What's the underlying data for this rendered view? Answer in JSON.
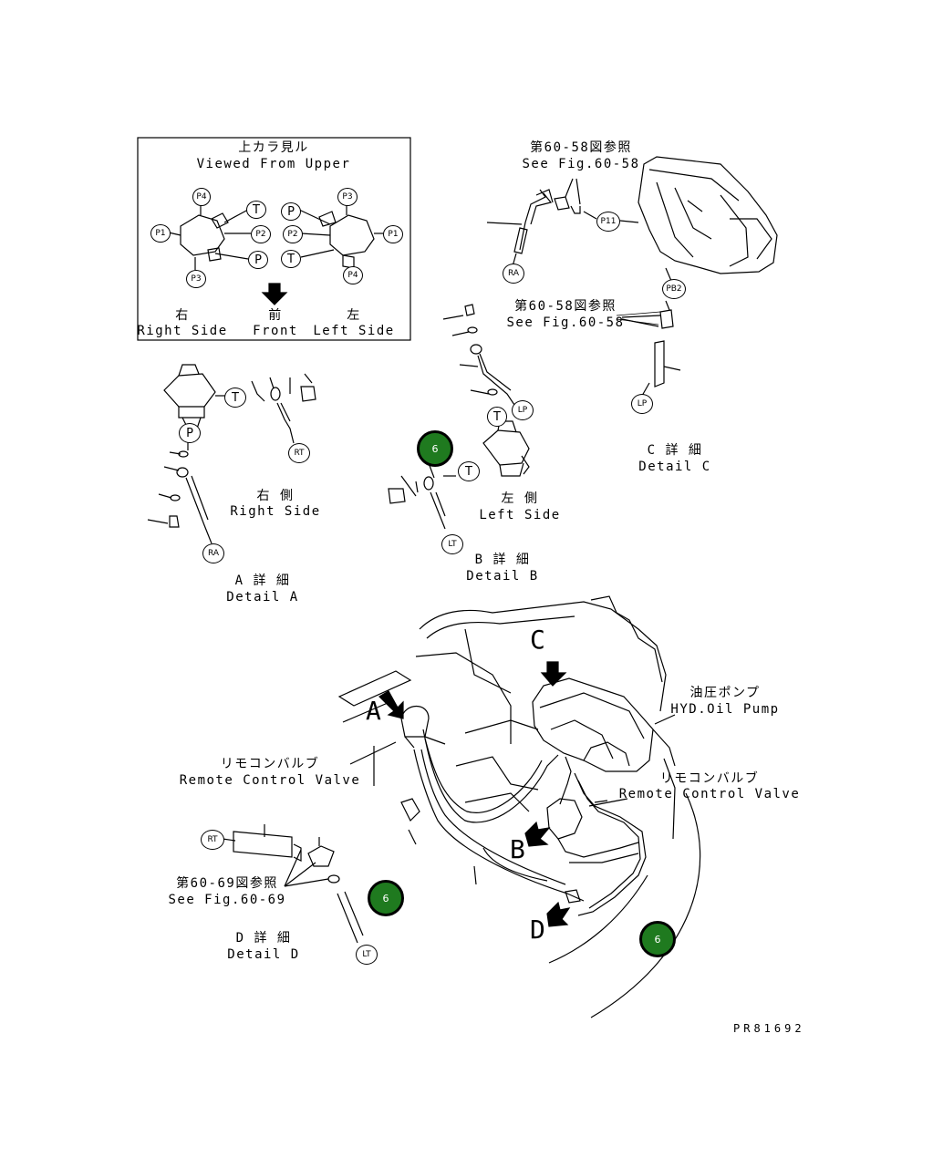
{
  "inset": {
    "title_jp": "上カラ見ル",
    "title_en": "Viewed From Upper",
    "right_jp": "右",
    "right_en": "Right Side",
    "front_jp": "前",
    "front_en": "Front",
    "left_jp": "左",
    "left_en": "Left Side",
    "right_ports": [
      "P4",
      "T",
      "P1",
      "P2",
      "P",
      "P3"
    ],
    "left_ports": [
      "P3",
      "P",
      "P2",
      "T",
      "P1",
      "P4"
    ]
  },
  "detail_a": {
    "side_jp": "右 側",
    "side_en": "Right Side",
    "title_jp": "A 詳 細",
    "title_en": "Detail A",
    "tags": [
      "T",
      "P",
      "RT",
      "RA"
    ]
  },
  "detail_b": {
    "side_jp": "左 側",
    "side_en": "Left Side",
    "title_jp": "B 詳 細",
    "title_en": "Detail B",
    "tags": [
      "LP",
      "T",
      "T",
      "LT"
    ]
  },
  "detail_c": {
    "ref1_jp": "第60-58図参照",
    "ref1_en": "See Fig.60-58",
    "ref2_jp": "第60-58図参照",
    "ref2_en": "See Fig.60-58",
    "title_jp": "C 詳 細",
    "title_en": "Detail C",
    "tags": [
      "P11",
      "RA",
      "PB2",
      "LP"
    ]
  },
  "detail_d": {
    "ref_jp": "第60-69図参照",
    "ref_en": "See Fig.60-69",
    "title_jp": "D 詳 細",
    "title_en": "Detail D",
    "tags": [
      "RT",
      "LT"
    ]
  },
  "main": {
    "pump_jp": "油圧ポンプ",
    "pump_en": "HYD.Oil Pump",
    "rcv_left_jp": "リモコンバルブ",
    "rcv_left_en": "Remote Control Valve",
    "rcv_right_jp": "リモコンバルブ",
    "rcv_right_en": "Remote Control Valve",
    "letters": [
      "A",
      "B",
      "C",
      "D"
    ]
  },
  "badges": [
    "6",
    "6",
    "6"
  ],
  "drawing_number": "PR81692"
}
